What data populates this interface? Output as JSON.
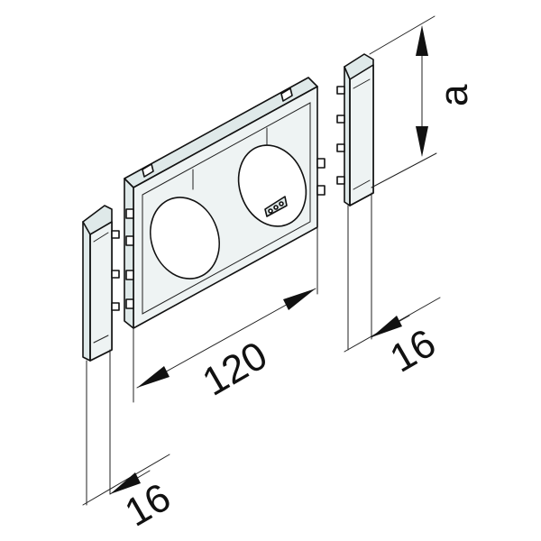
{
  "dimensions": {
    "width_main": "120",
    "width_left_cap": "16",
    "width_right_cap": "16",
    "height": "a"
  }
}
